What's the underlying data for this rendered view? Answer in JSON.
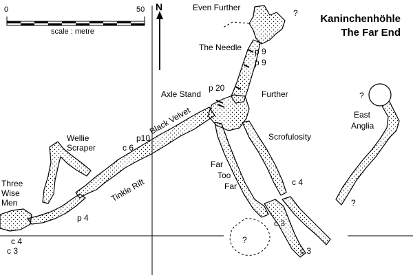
{
  "title": {
    "line1": "Kaninchenhöhle",
    "line2": "The Far End"
  },
  "north_label": "N",
  "scale": {
    "min": "0",
    "max": "50",
    "caption": "scale : metre"
  },
  "places": {
    "even_further": "Even Further",
    "the_needle": "The Needle",
    "axle_stand": "Axle Stand",
    "further": "Further",
    "black_velvet": "Black Velvet",
    "wellie_scraper_1": "Wellie",
    "wellie_scraper_2": "Scraper",
    "three_wise_men_1": "Three",
    "three_wise_men_2": "Wise",
    "three_wise_men_3": "Men",
    "tinkle_rift": "Tinkle Rift",
    "scrofulosity": "Scrofulosity",
    "far_too_far_1": "Far",
    "far_too_far_2": "Too",
    "far_too_far_3": "Far",
    "east_anglia_1": "East",
    "east_anglia_2": "Anglia"
  },
  "stations": {
    "p9_a": "p 9",
    "p9_b": "p 9",
    "p20": "p 20",
    "p10": "p10",
    "c6": "c 6",
    "p4": "p 4",
    "c4_left": "c 4",
    "c3_left": "c 3",
    "c4_right": "c 4",
    "c3_mid": "c 3",
    "c3_bottom": "c 3"
  },
  "unknowns": {
    "q1": "?",
    "q2": "?",
    "q3": "?",
    "q4": "?"
  },
  "colors": {
    "ink": "#000000",
    "paper": "#ffffff"
  }
}
